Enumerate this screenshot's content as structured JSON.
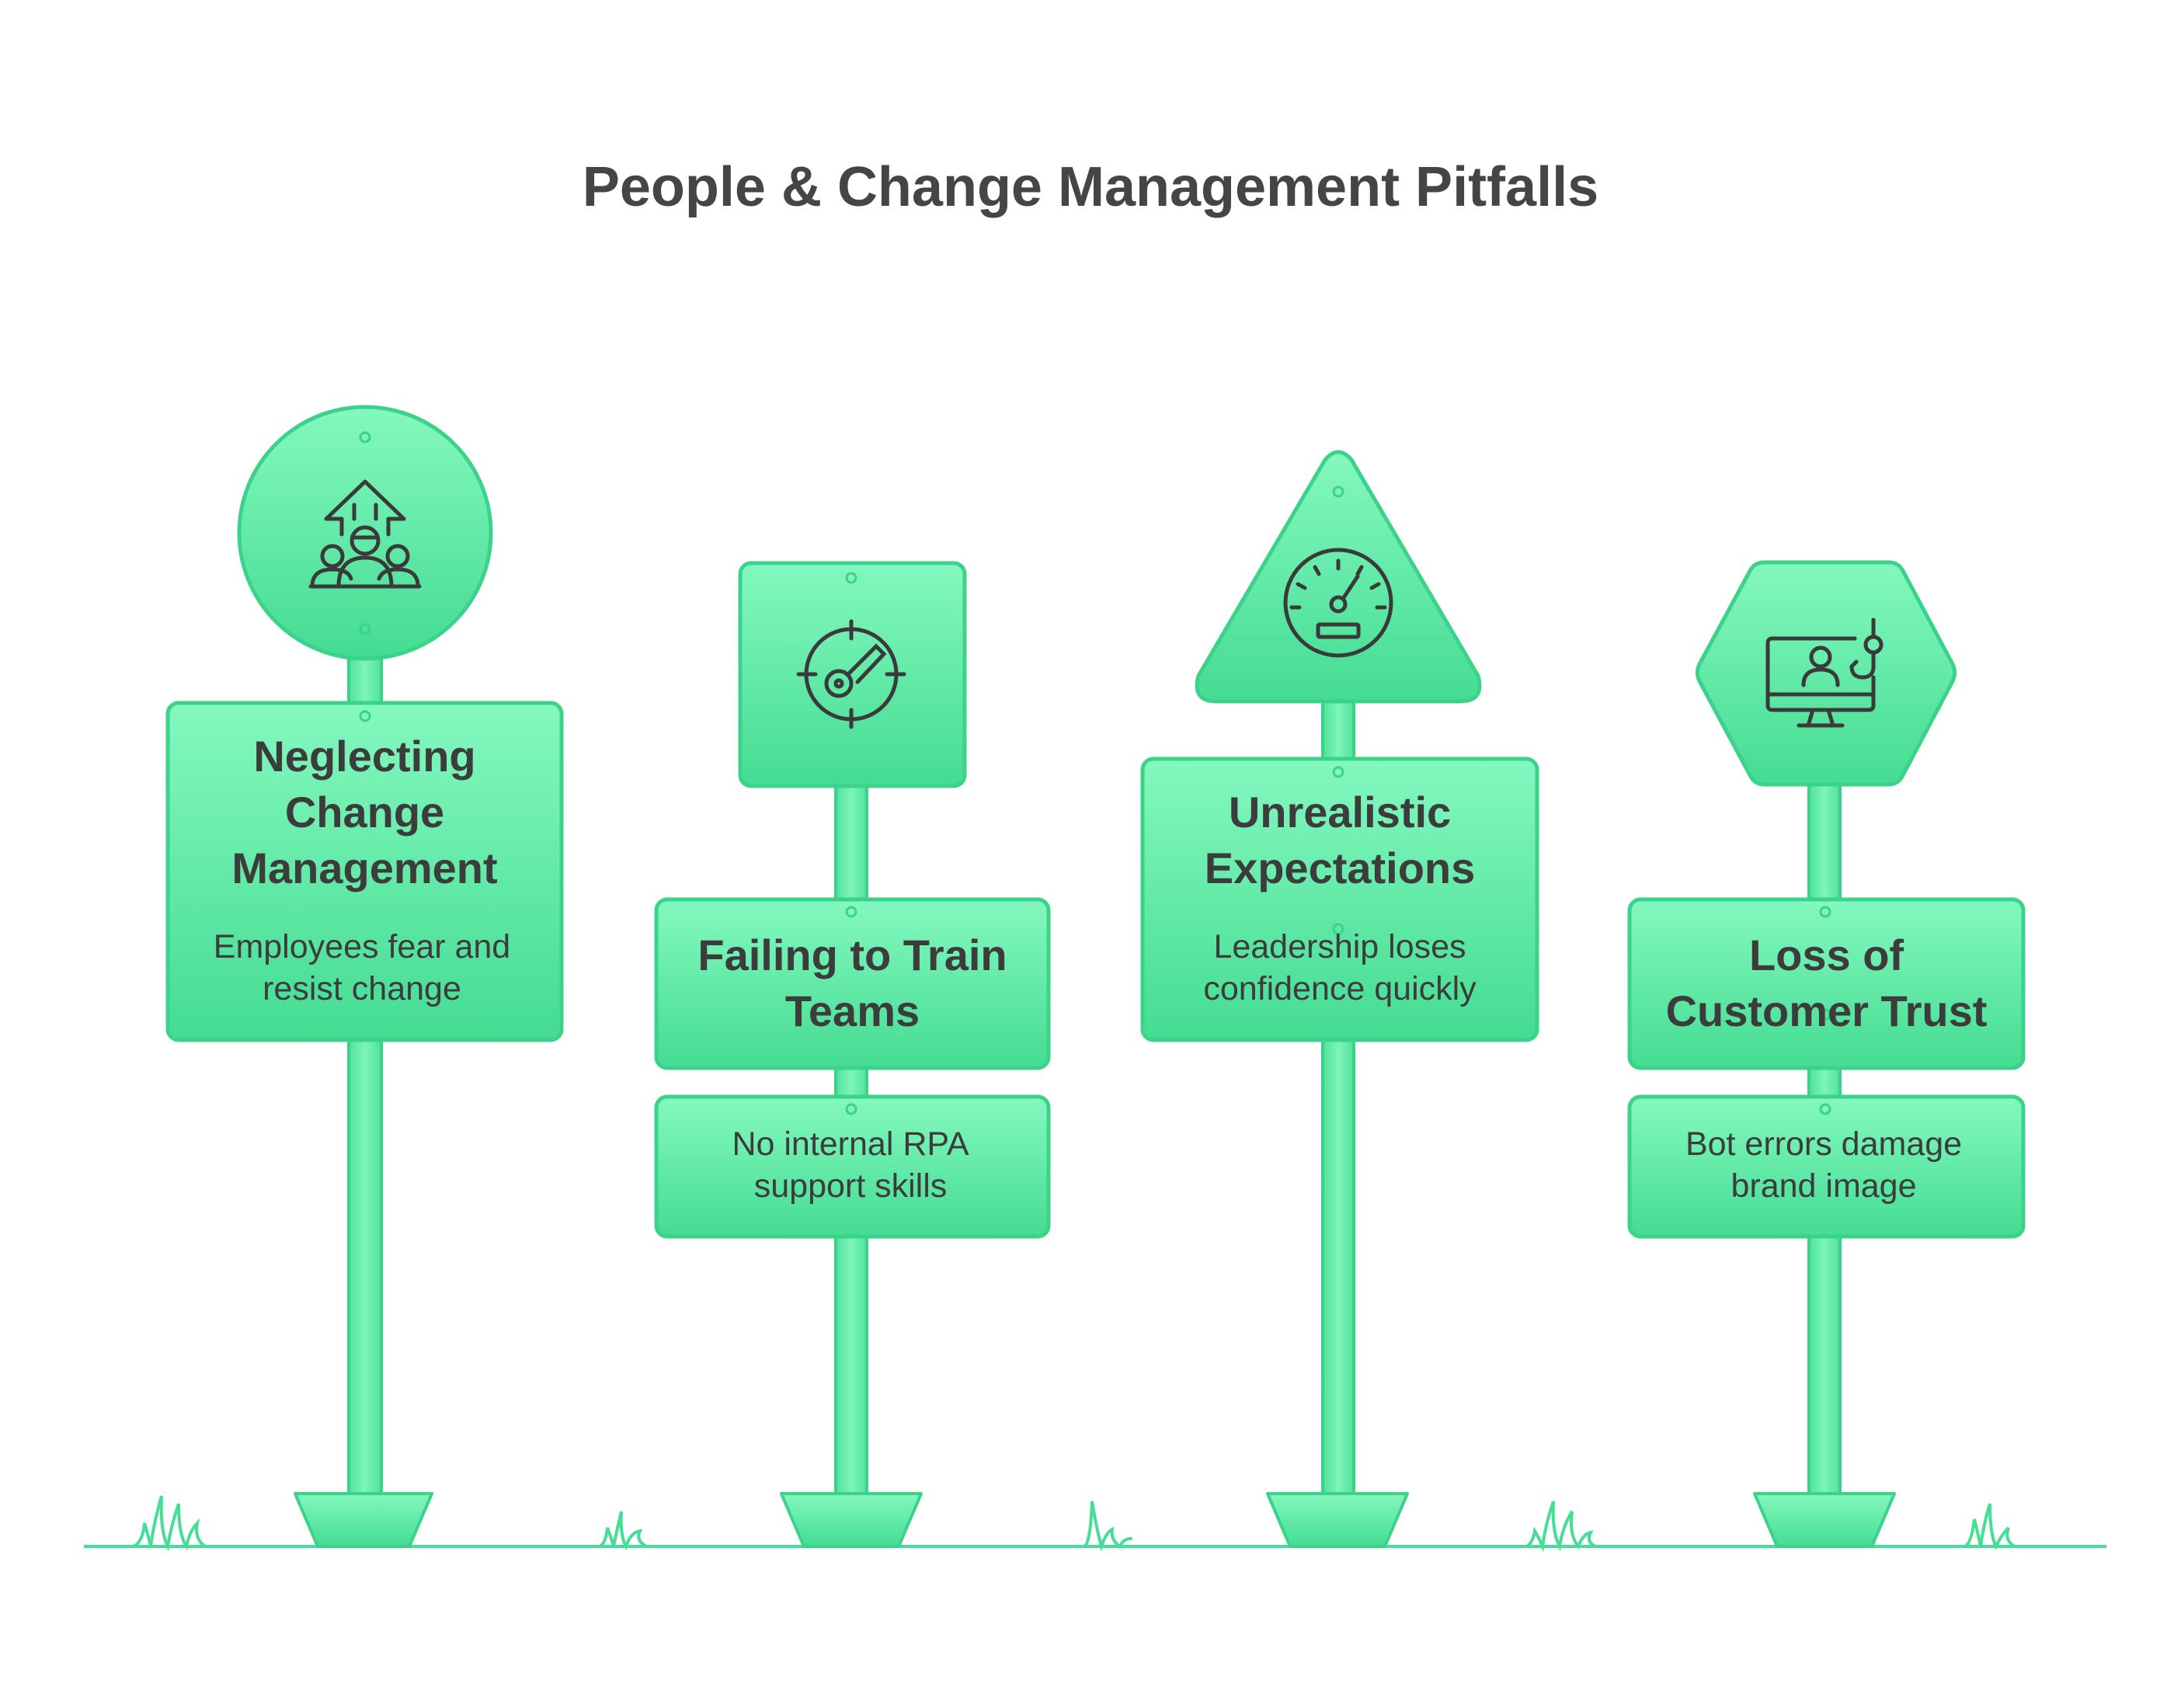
{
  "title": "People & Change Management Pitfalls",
  "colors": {
    "sign_fill_top": "#84f8bf",
    "sign_fill_bottom": "#44dc92",
    "sign_stroke": "#3bd28a",
    "text": "#3c3c3c",
    "icon_stroke": "#3a3a3a"
  },
  "signs": [
    {
      "shape": "circle",
      "icon": "people-arrow-icon",
      "title_lines": [
        "Neglecting",
        "Change",
        "Management"
      ],
      "description_lines": [
        "Employees fear and",
        "resist change"
      ]
    },
    {
      "shape": "square",
      "icon": "crosshair-key-icon",
      "title_lines": [
        "Failing to Train",
        "Teams"
      ],
      "description_lines": [
        "No internal RPA",
        "support skills"
      ]
    },
    {
      "shape": "triangle",
      "icon": "speedometer-icon",
      "title_lines": [
        "Unrealistic",
        "Expectations"
      ],
      "description_lines": [
        "Leadership loses",
        "confidence quickly"
      ]
    },
    {
      "shape": "hexagon",
      "icon": "monitor-user-hook-icon",
      "title_lines": [
        "Loss of",
        "Customer Trust"
      ],
      "description_lines": [
        "Bot errors damage",
        "brand image"
      ]
    }
  ]
}
